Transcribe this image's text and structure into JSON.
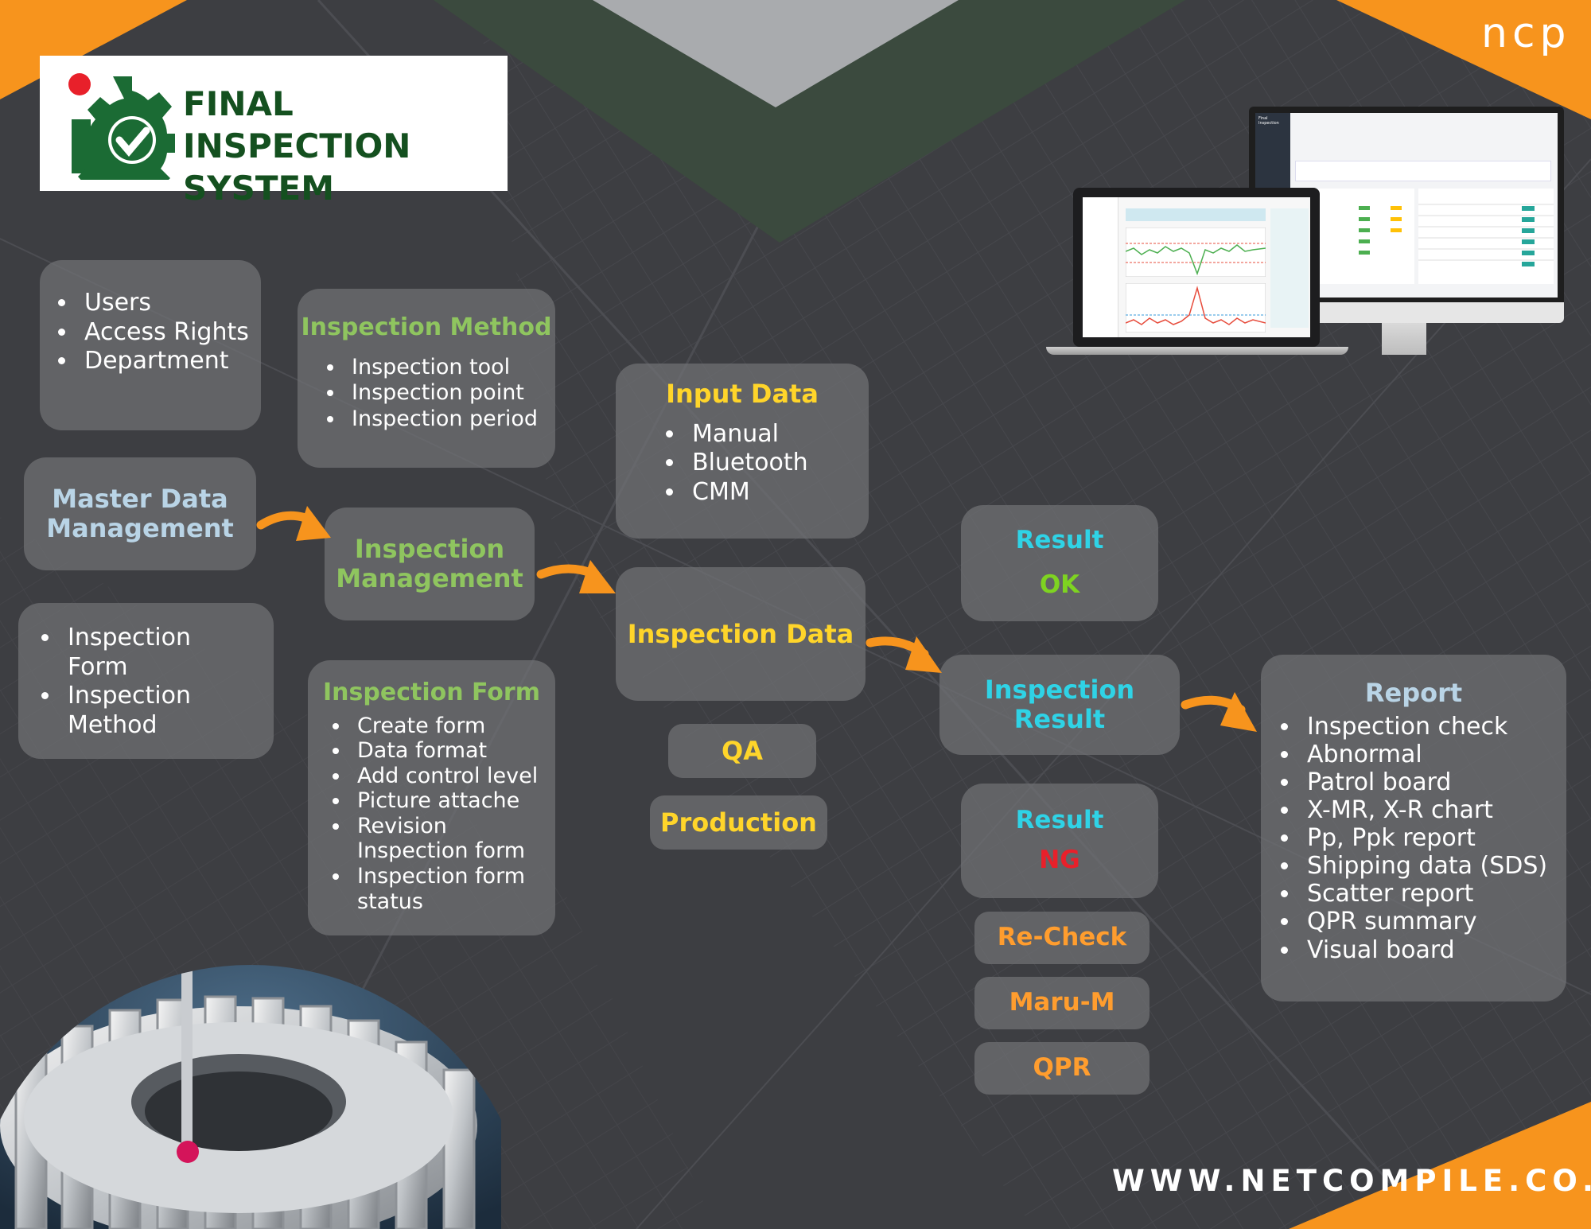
{
  "brand": {
    "ncp_logo": "ncp",
    "logo_title_line1": "FINAL INSPECTION",
    "logo_title_line2": "SYSTEM",
    "website": "WWW.NETCOMPILE.CO.TH"
  },
  "colors": {
    "accent_orange": "#f7941d",
    "green_title": "#8fc55f",
    "yellow_title": "#ffd52a",
    "cyan_title": "#2fd3e6",
    "ok_green": "#7ed321",
    "ng_red": "#e8202a",
    "orange_title": "#ff9d2e",
    "blue_grey_title": "#b9d4e6"
  },
  "users_box": {
    "items": [
      "Users",
      "Access Rights",
      "Department"
    ]
  },
  "master_data": {
    "title": "Master Data Management"
  },
  "forms_box": {
    "items": [
      "Inspection Form",
      "Inspection Method"
    ]
  },
  "inspection_method": {
    "title": "Inspection Method",
    "items": [
      "Inspection tool",
      "Inspection point",
      "Inspection period"
    ]
  },
  "inspection_management": {
    "title": "Inspection Management"
  },
  "inspection_form": {
    "title": "Inspection Form",
    "items": [
      "Create form",
      "Data format",
      "Add control level",
      "Picture attache",
      "Revision Inspection form",
      "Inspection form status"
    ]
  },
  "input_data": {
    "title": "Input Data",
    "items": [
      "Manual",
      "Bluetooth",
      "CMM"
    ]
  },
  "inspection_data": {
    "title": "Inspection Data"
  },
  "qa": {
    "label": "QA"
  },
  "production": {
    "label": "Production"
  },
  "result_ok": {
    "title": "Result",
    "value": "OK"
  },
  "inspection_result": {
    "title": "Inspection Result"
  },
  "result_ng": {
    "title": "Result",
    "value": "NG"
  },
  "recheck": {
    "label": "Re-Check"
  },
  "maru": {
    "label": "Maru-M"
  },
  "qpr": {
    "label": "QPR"
  },
  "report": {
    "title": "Report",
    "items": [
      "Inspection check",
      "Abnormal",
      "Patrol board",
      "X-MR, X-R chart",
      "Pp, Ppk report",
      "Shipping data (SDS)",
      "Scatter report",
      "QPR summary",
      "Visual board"
    ]
  },
  "mockup": {
    "sidebar_title": "Final Inspection"
  }
}
